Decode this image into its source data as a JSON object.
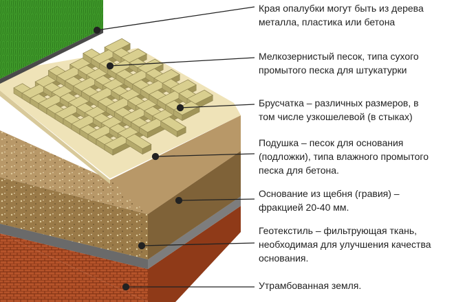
{
  "labels": [
    {
      "lines": [
        "Края опалубки могут быть из дерева",
        "металла, пластика или бетона"
      ]
    },
    {
      "lines": [
        "Мелкозернистый песок, типа сухого",
        "промытого песка для штукатурки"
      ]
    },
    {
      "lines": [
        "Брусчатка – различных размеров, в",
        "том числе узкошелевой (в стыках)"
      ]
    },
    {
      "lines": [
        "Подушка – песок для основания",
        "(подложки), типа влажного промытого",
        "песка для бетона."
      ]
    },
    {
      "lines": [
        "Основание из щебня (гравия) –",
        "фракцией 20-40 мм."
      ]
    },
    {
      "lines": [
        "Геотекстиль – фильтрующая ткань,",
        "необходимая для улучшения качества",
        "основания."
      ]
    },
    {
      "lines": [
        "Утрамбованная земля."
      ]
    }
  ],
  "colors": {
    "grass": "#3f9a2a",
    "paver": "#d9cf8f",
    "paver_edge": "#8f8450",
    "fine_sand": "#efe3b8",
    "sand_cushion": "#b89868",
    "gravel": "#9a7a48",
    "geotextile": "#7d7d7d",
    "soil": "#b5532a",
    "leader": "#222222"
  }
}
